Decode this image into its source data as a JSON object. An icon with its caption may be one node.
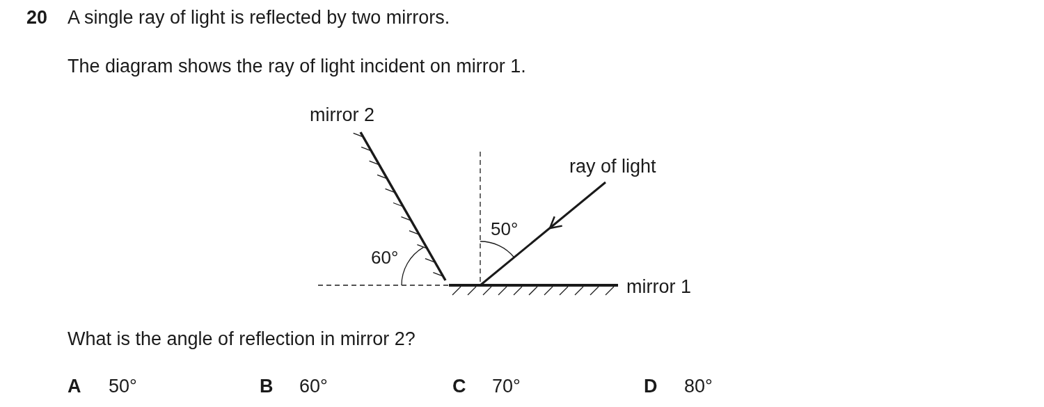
{
  "diagram": {
    "labels": [
      "20",
      "A single ray of light is reflected by two mirrors.",
      "The diagram shows the ray of light incident on mirror 1.",
      "mirror 2",
      "ray of light",
      "50°",
      "60°",
      "mirror 1",
      "What is the angle of reflection in mirror 2?",
      "A",
      "50°",
      "B",
      "60°",
      "C",
      "70°",
      "D",
      "80°"
    ]
  }
}
